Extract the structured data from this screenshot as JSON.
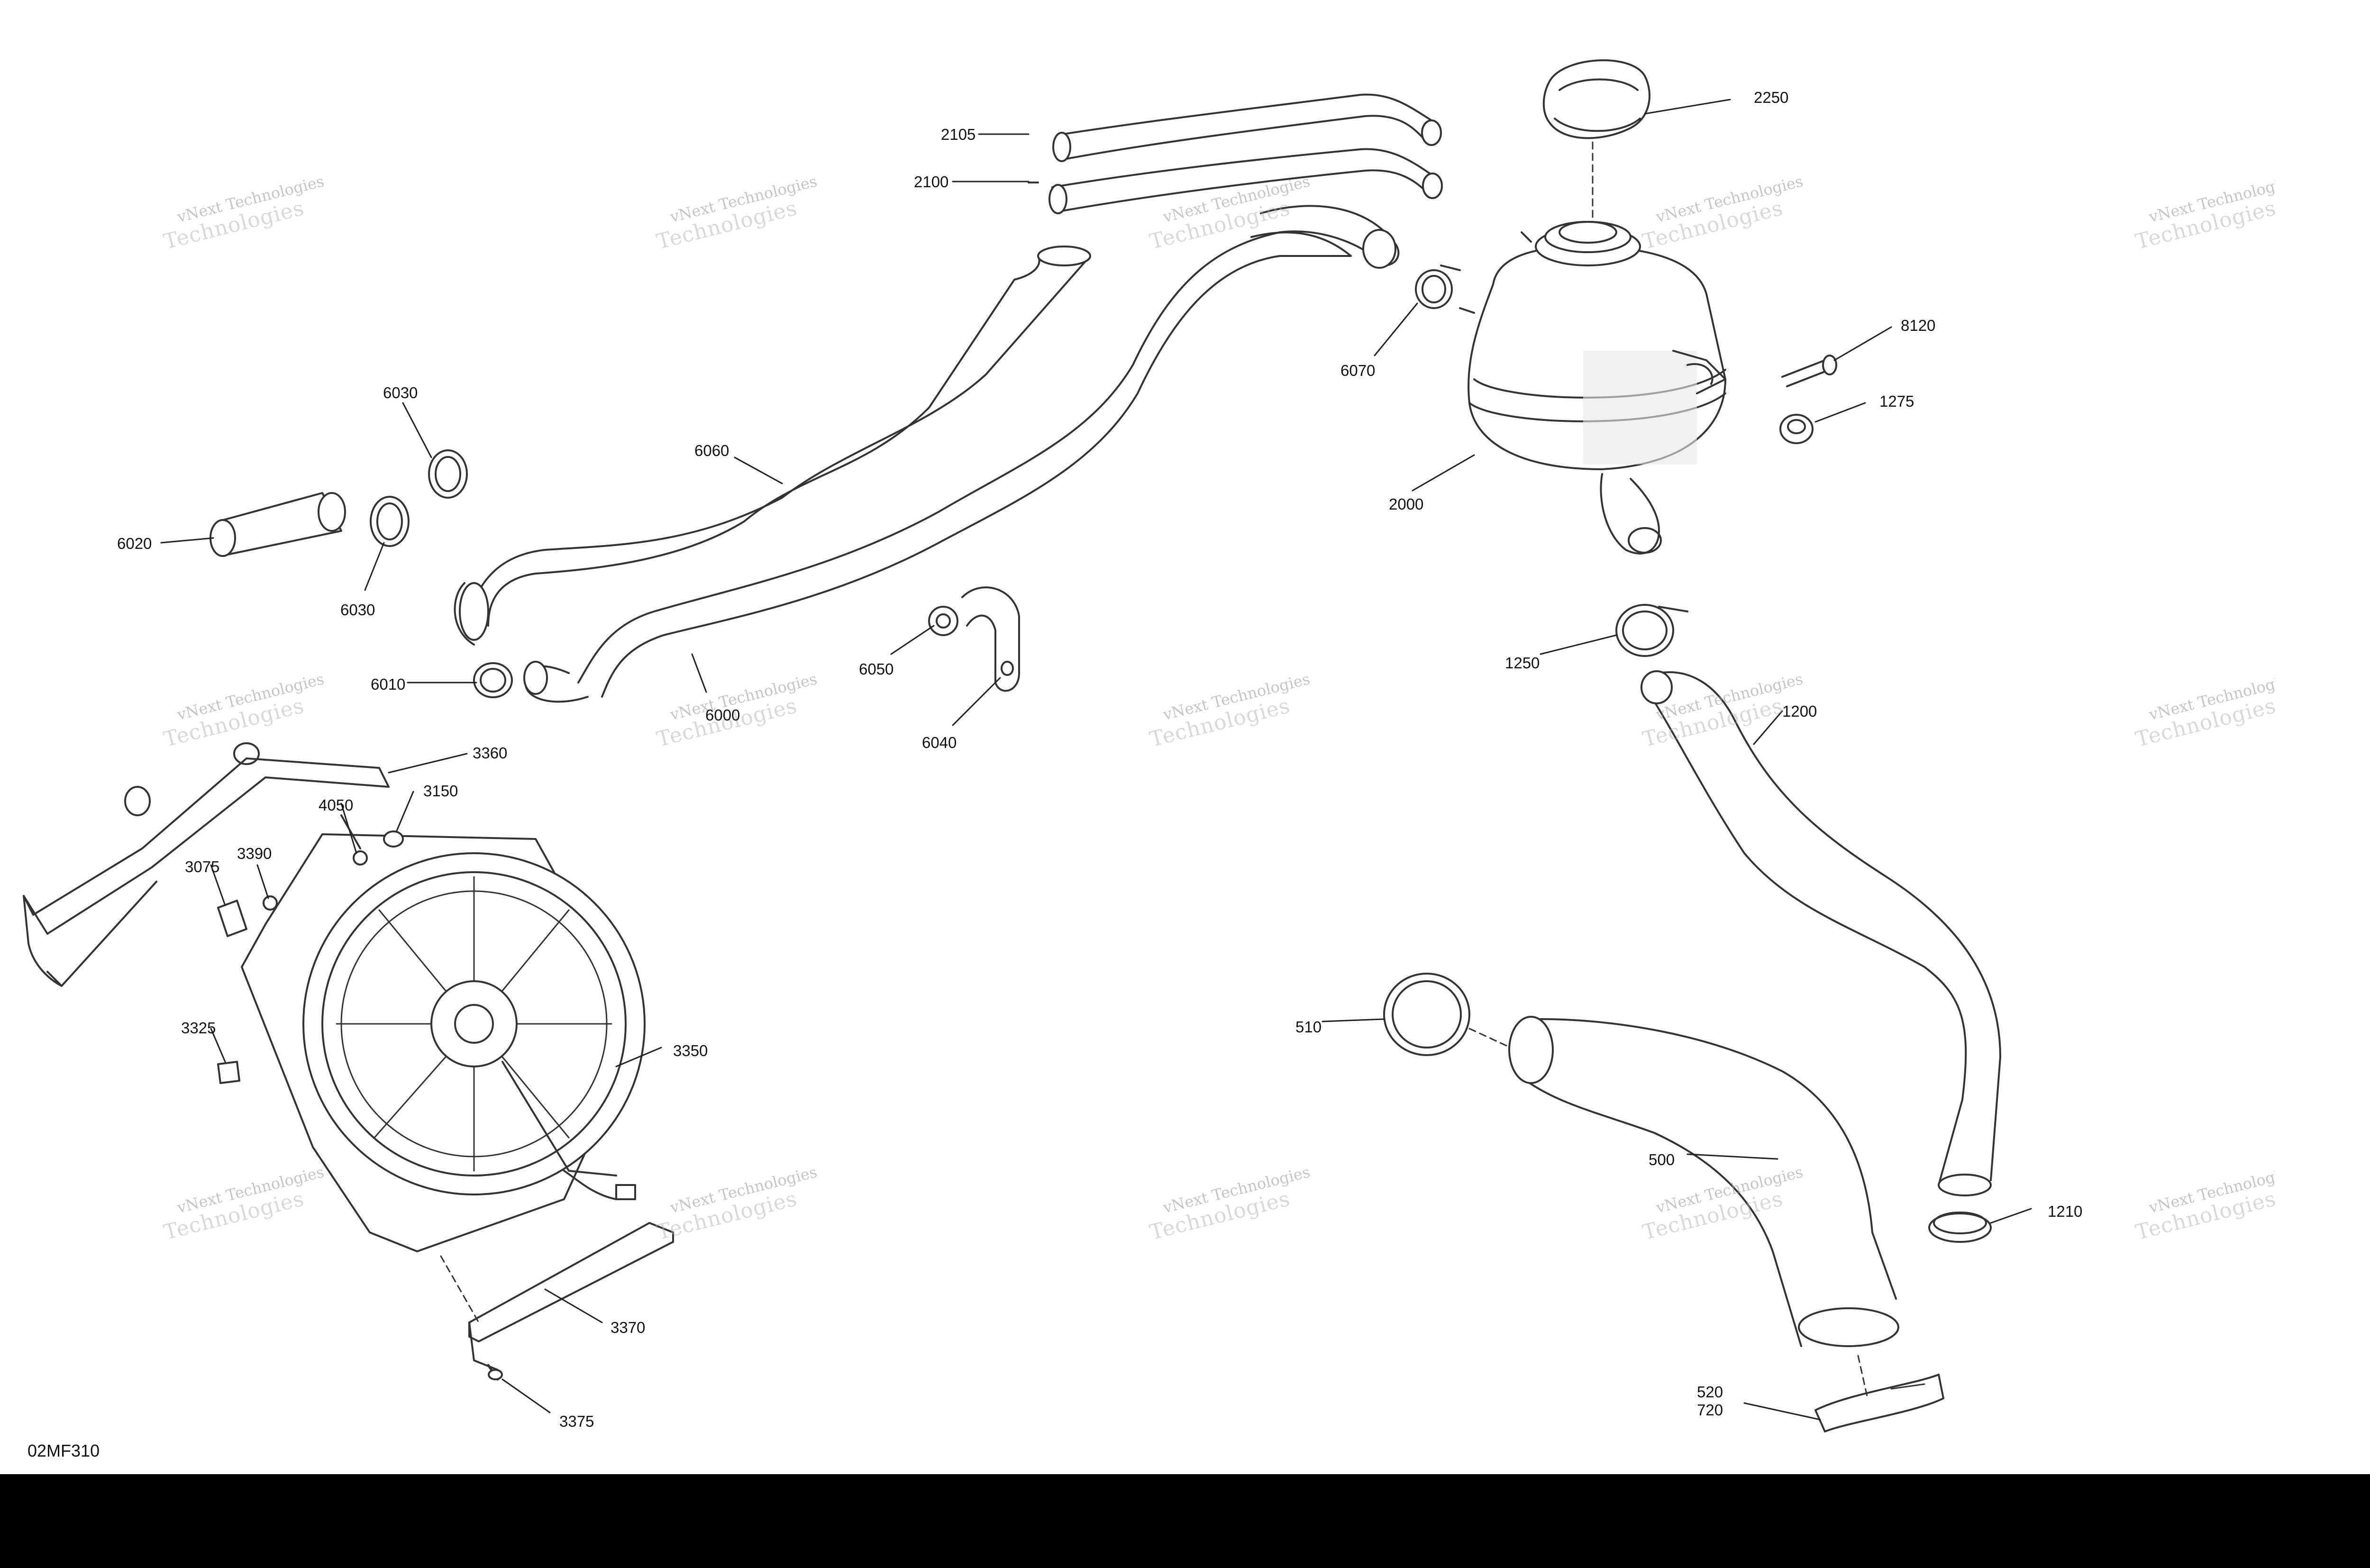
{
  "drawing_code": "02MF310",
  "watermark": {
    "line1": "vNext Technologies",
    "line2": "Technologies"
  },
  "callouts": [
    {
      "id": "c2105",
      "label": "2105"
    },
    {
      "id": "c2100",
      "label": "2100"
    },
    {
      "id": "c2250",
      "label": "2250"
    },
    {
      "id": "c6030a",
      "label": "6030"
    },
    {
      "id": "c6060",
      "label": "6060"
    },
    {
      "id": "c6020",
      "label": "6020"
    },
    {
      "id": "c6030b",
      "label": "6030"
    },
    {
      "id": "c6010",
      "label": "6010"
    },
    {
      "id": "c6000",
      "label": "6000"
    },
    {
      "id": "c6050",
      "label": "6050"
    },
    {
      "id": "c6040",
      "label": "6040"
    },
    {
      "id": "c6070",
      "label": "6070"
    },
    {
      "id": "c2000",
      "label": "2000"
    },
    {
      "id": "c8120",
      "label": "8120"
    },
    {
      "id": "c1275",
      "label": "1275"
    },
    {
      "id": "c1250",
      "label": "1250"
    },
    {
      "id": "c1200",
      "label": "1200"
    },
    {
      "id": "c3360",
      "label": "3360"
    },
    {
      "id": "c4050",
      "label": "4050"
    },
    {
      "id": "c3150",
      "label": "3150"
    },
    {
      "id": "c3075",
      "label": "3075"
    },
    {
      "id": "c3390",
      "label": "3390"
    },
    {
      "id": "c3325",
      "label": "3325"
    },
    {
      "id": "c3350",
      "label": "3350"
    },
    {
      "id": "c510",
      "label": "510"
    },
    {
      "id": "c500",
      "label": "500"
    },
    {
      "id": "c1210",
      "label": "1210"
    },
    {
      "id": "c3370",
      "label": "3370"
    },
    {
      "id": "c3375",
      "label": "3375"
    },
    {
      "id": "c520",
      "label": "520\n720"
    }
  ]
}
